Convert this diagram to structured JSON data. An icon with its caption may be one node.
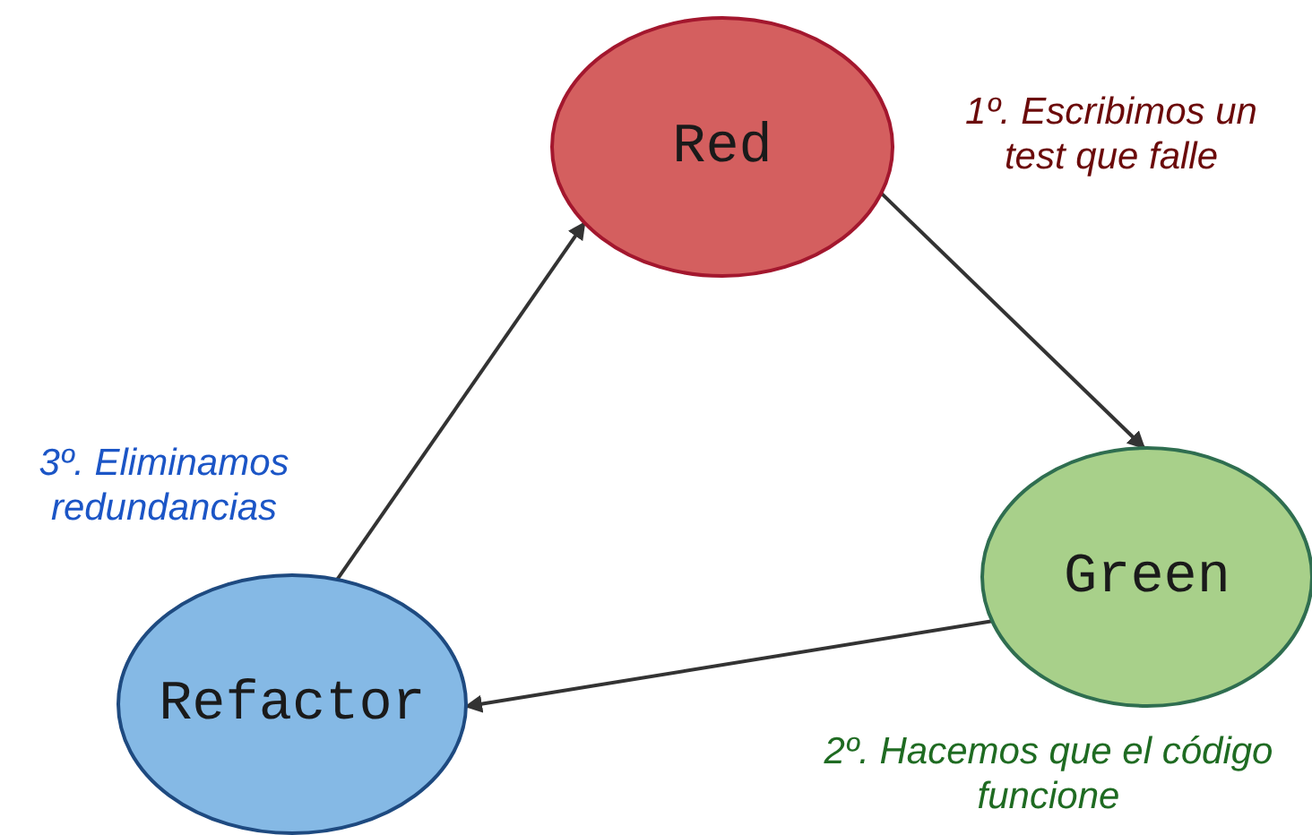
{
  "diagram": {
    "nodes": [
      {
        "text": [
          "Red"
        ],
        "beside": [
          "1º. Escribimos un test que falle"
        ]
      },
      {
        "text": [
          "Green"
        ],
        "beside": [
          "2º. Hacemos que el código funcione"
        ]
      },
      {
        "text": [
          "Refactor"
        ],
        "beside": [
          "3º. Eliminamos redundancias"
        ]
      }
    ],
    "edges": [
      {
        "from": 0,
        "to": 1,
        "arrow": "to"
      },
      {
        "from": 1,
        "to": 2,
        "arrow": "to"
      },
      {
        "from": 2,
        "to": 0,
        "arrow": "to"
      }
    ]
  }
}
